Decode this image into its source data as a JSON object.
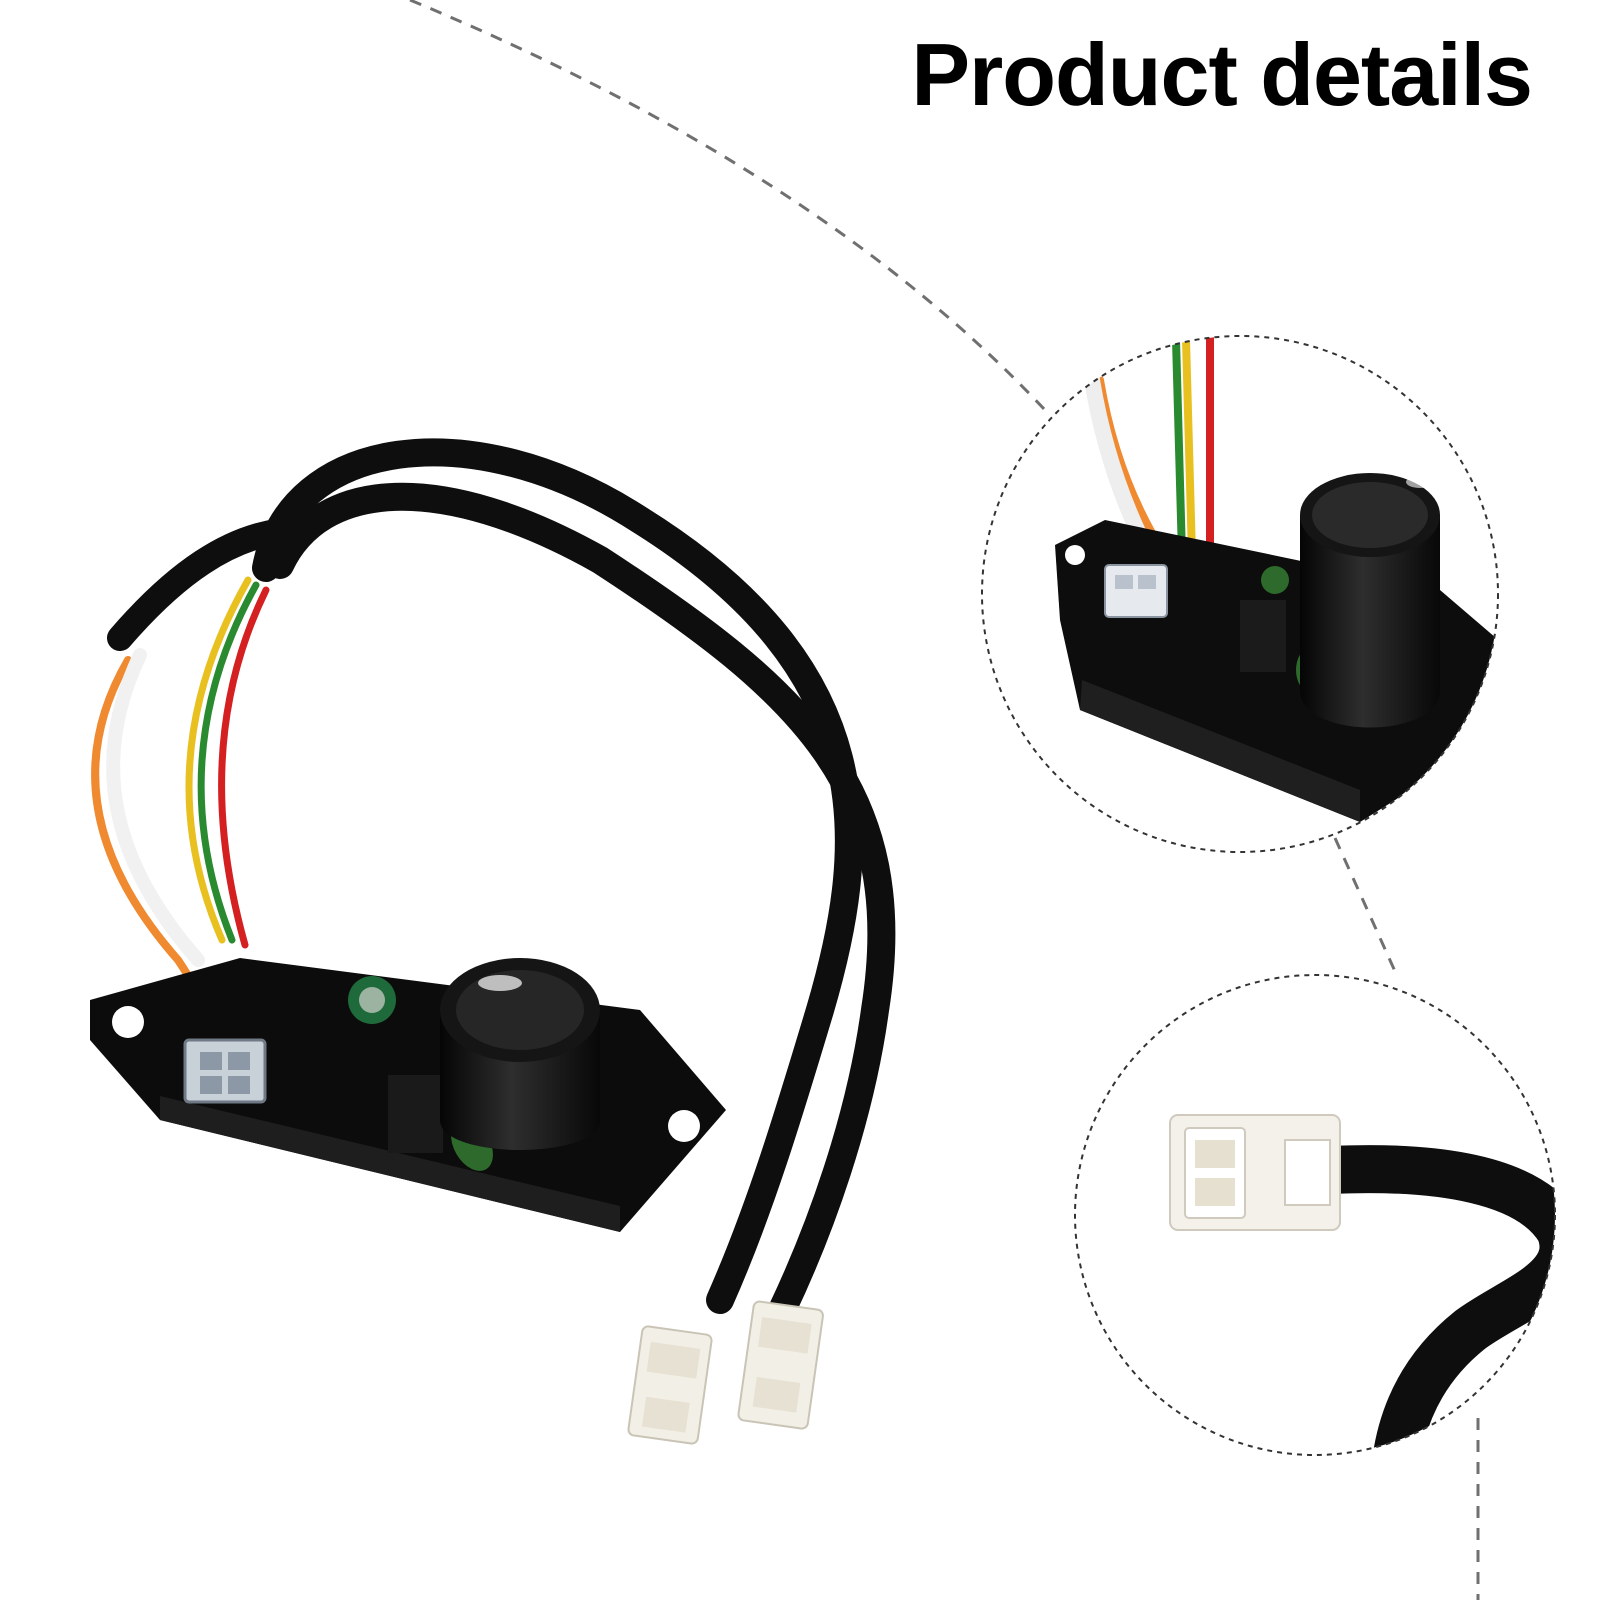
{
  "heading": {
    "text": "Product details"
  },
  "images": {
    "main": "product-photo-voltage-regulator-with-cables",
    "detail_1": "close-up-regulator-body-with-capacitor",
    "detail_2": "close-up-white-plug-connector"
  },
  "colors": {
    "background": "#ffffff",
    "cable": "#0e0e0e",
    "wire_red": "#d42020",
    "wire_yellow": "#e8c020",
    "wire_green": "#2a8a30",
    "wire_orange": "#f08a30",
    "connector": "#f2efe6",
    "dashed_line": "#707070"
  }
}
